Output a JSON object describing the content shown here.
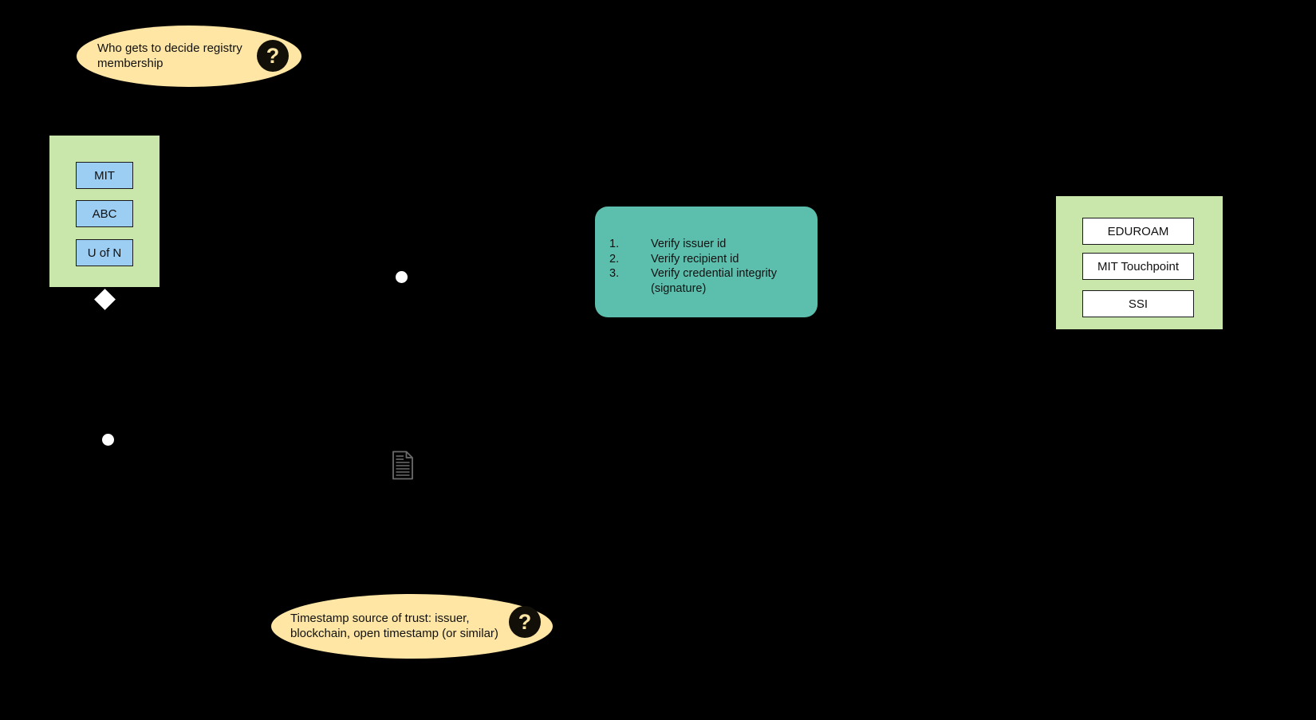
{
  "diagram": {
    "title": "Credential registry and verification diagram",
    "background_color": "#000000",
    "colors": {
      "registry_green": "#c9e7aa",
      "member_blue": "#9ccdf2",
      "verify_teal": "#5cbfad",
      "callout_yellow": "#ffe6a5",
      "badge_black": "#120f08",
      "chip_white": "#ffffff",
      "outline_black": "#1a1a1a",
      "doc_icon_gray": "#6b6b6b"
    }
  },
  "callouts": [
    {
      "id": "registry-membership-question",
      "text": "Who gets to decide registry\nmembership",
      "badge": "?"
    },
    {
      "id": "timestamp-trust-question",
      "text": "Timestamp source of trust: issuer,\nblockchain, open timestamp (or similar)",
      "badge": "?"
    }
  ],
  "issuer_registry": {
    "name": "issuer-registry",
    "members": [
      {
        "label": "MIT"
      },
      {
        "label": "ABC"
      },
      {
        "label": "U of N"
      }
    ]
  },
  "verification_steps": {
    "name": "verification-steps",
    "items": [
      {
        "number": "1.",
        "text": "Verify issuer id"
      },
      {
        "number": "2.",
        "text": "Verify recipient id"
      },
      {
        "number": "3.",
        "text": "Verify credential integrity\n(signature)"
      }
    ]
  },
  "consumer_registry": {
    "name": "consumer-registry",
    "members": [
      {
        "label": "EDUROAM"
      },
      {
        "label": "MIT Touchpoint"
      },
      {
        "label": "SSI"
      }
    ]
  },
  "markers": {
    "registry_anchor_diamond": "diamond-marker",
    "midpoint_dot": "connector-dot",
    "lower_left_dot": "connector-dot",
    "credential_document": "document-icon"
  }
}
